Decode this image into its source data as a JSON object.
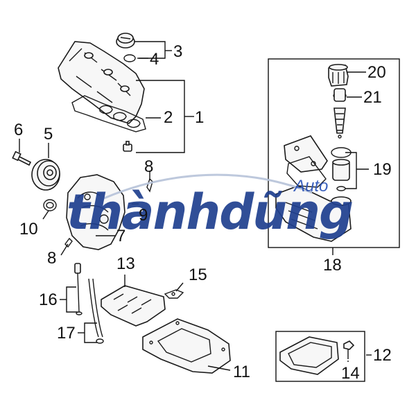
{
  "diagram": {
    "callouts": [
      "1",
      "2",
      "3",
      "4",
      "5",
      "6",
      "7",
      "8",
      "8",
      "9",
      "10",
      "11",
      "12",
      "13",
      "14",
      "15",
      "16",
      "17",
      "18",
      "19",
      "20",
      "21"
    ]
  },
  "watermark": {
    "brand": "thànhdũng",
    "sub": "Auto",
    "color": "#1f3f8f"
  },
  "colors": {
    "line": "#1a1a1a",
    "part_fill": "#f7f7f7"
  }
}
